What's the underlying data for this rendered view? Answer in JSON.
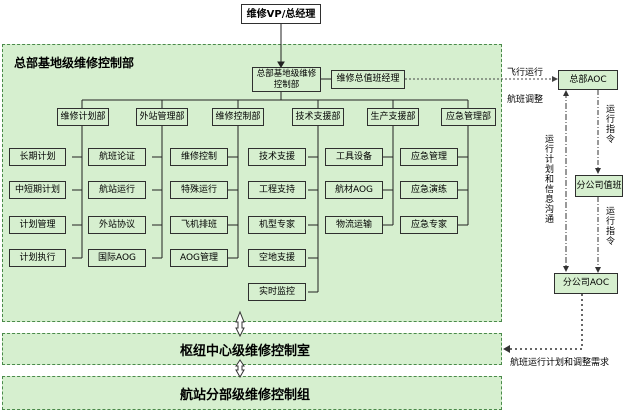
{
  "top": {
    "vp": "维修VP/总经理"
  },
  "hq": {
    "title": "总部基地级维修控制部",
    "center_box": "总部基地级维修控制部",
    "duty_manager": "维修总值班经理"
  },
  "departments": [
    {
      "name": "维修计划部",
      "items": [
        "长期计划",
        "中短期计划",
        "计划管理",
        "计划执行"
      ]
    },
    {
      "name": "外站管理部",
      "items": [
        "航班论证",
        "航站运行",
        "外站协议",
        "国际AOG"
      ]
    },
    {
      "name": "维修控制部",
      "items": [
        "维修控制",
        "特殊运行",
        "飞机排班",
        "AOG管理"
      ]
    },
    {
      "name": "技术支援部",
      "items": [
        "技术支援",
        "工程支持",
        "机型专家",
        "空地支援",
        "实时监控"
      ]
    },
    {
      "name": "生产支援部",
      "items": [
        "工具设备",
        "航材AOG",
        "物流运输"
      ]
    },
    {
      "name": "应急管理部",
      "items": [
        "应急管理",
        "应急演练",
        "应急专家"
      ]
    }
  ],
  "right": {
    "hq_aoc": "总部AOC",
    "branch_duty": "分公司值班",
    "branch_aoc": "分公司AOC",
    "flight_ops": "飞行运行",
    "flight_adjust": "航班调整",
    "ops_instr_1": "运行指令",
    "ops_instr_2": "运行指令",
    "plan_comm": "运行计划和信息沟通",
    "plan_req": "航班运行计划和调整需求"
  },
  "bottom": {
    "hub": "枢纽中心级维修控制室",
    "station": "航站分部级维修控制组"
  }
}
